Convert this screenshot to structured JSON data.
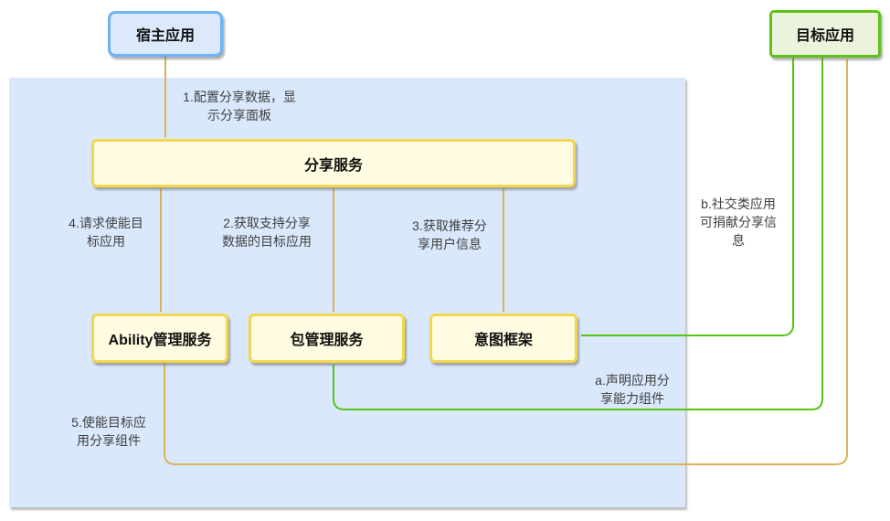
{
  "theme": {
    "panel_bg": "#dae8fc",
    "host_bg": "#dbe9fb",
    "host_border": "#6eb2f7",
    "target_bg": "#ebf3dd",
    "target_border": "#5ec117",
    "service_bg": "#fffce1",
    "service_border": "#f2d64b",
    "arrow_tan": "#d9b357",
    "arrow_green": "#56c413"
  },
  "nodes": {
    "host_app": {
      "label": "宿主应用"
    },
    "target_app": {
      "label": "目标应用"
    },
    "share_service": {
      "label": "分享服务"
    },
    "ability_service": {
      "label": "Ability管理服务"
    },
    "package_service": {
      "label": "包管理服务"
    },
    "intent_framework": {
      "label": "意图框架"
    }
  },
  "edges": {
    "step1": {
      "label": "1.配置分享数据，显\n示分享面板"
    },
    "step2": {
      "label": "2.获取支持分享\n数据的目标应用"
    },
    "step3": {
      "label": "3.获取推荐分\n享用户信息"
    },
    "step4": {
      "label": "4.请求使能目\n标应用"
    },
    "step5": {
      "label": "5.使能目标应\n用分享组件"
    },
    "step_a": {
      "label": "a.声明应用分\n享能力组件"
    },
    "step_b": {
      "label": "b.社交类应用\n可捐献分享信\n息"
    }
  }
}
